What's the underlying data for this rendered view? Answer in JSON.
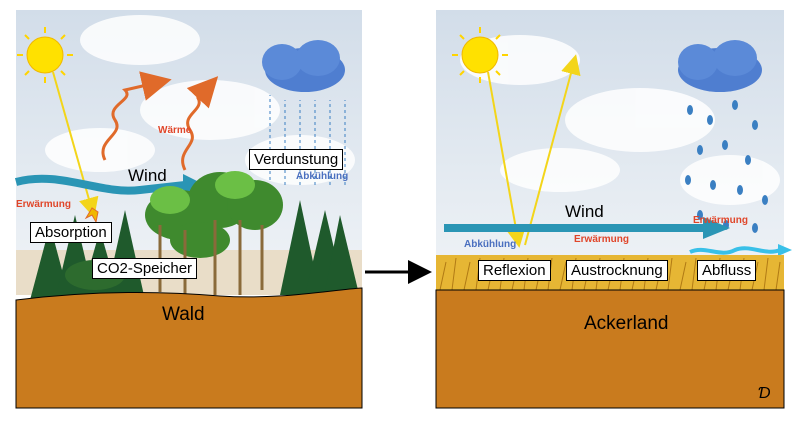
{
  "left_panel": {
    "ground_label": "Wald",
    "labels": {
      "wind": "Wind",
      "waerme": "Wärme",
      "erwaermung": "Erwärmung",
      "absorption": "Absorption",
      "verdunstung": "Verdunstung",
      "abkuehlung": "Abkühlung",
      "co2": "CO2-Speicher"
    }
  },
  "right_panel": {
    "ground_label": "Ackerland",
    "labels": {
      "wind": "Wind",
      "abkuehlung": "Abkühlung",
      "erwaermung_mid": "Erwärmung",
      "erwaermung_right": "Erwärmung",
      "reflexion": "Reflexion",
      "austrocknung": "Austrocknung",
      "abfluss": "Abfluss"
    }
  },
  "signature": "Ɗ",
  "colors": {
    "soil": "#c97b1e",
    "wind_arrow": "#2a95b5",
    "heat_arrow": "#e06a2a",
    "sun": "#ffe100",
    "rain": "#3a7fc2",
    "sky": "#dfe8f2",
    "tree_dark": "#1f5a2c",
    "tree_light": "#5caa3a",
    "field": "#d8a52a"
  }
}
